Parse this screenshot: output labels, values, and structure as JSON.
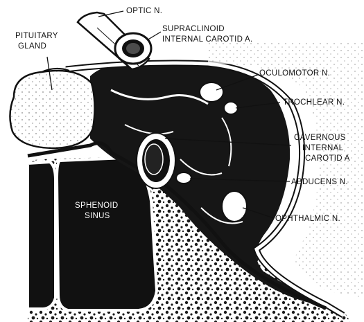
{
  "labels": {
    "optic": "OPTIC N.",
    "supraclinoid_1": "SUPRACLINOID",
    "supraclinoid_2": "INTERNAL CAROTID A.",
    "pituitary_1": "PITUITARY",
    "pituitary_2": "GLAND",
    "oculomotor": "OCULOMOTOR N.",
    "trochlear": "TROCHLEAR  N.",
    "cavernous_1": "CAVERNOUS",
    "cavernous_2": "INTERNAL",
    "cavernous_3": "CAROTID A",
    "abducens": "ABDUCENS N.",
    "ophthalmic": "OPHTHALMIC  N.",
    "sphenoid_1": "SPHENOID",
    "sphenoid_2": "SINUS"
  }
}
